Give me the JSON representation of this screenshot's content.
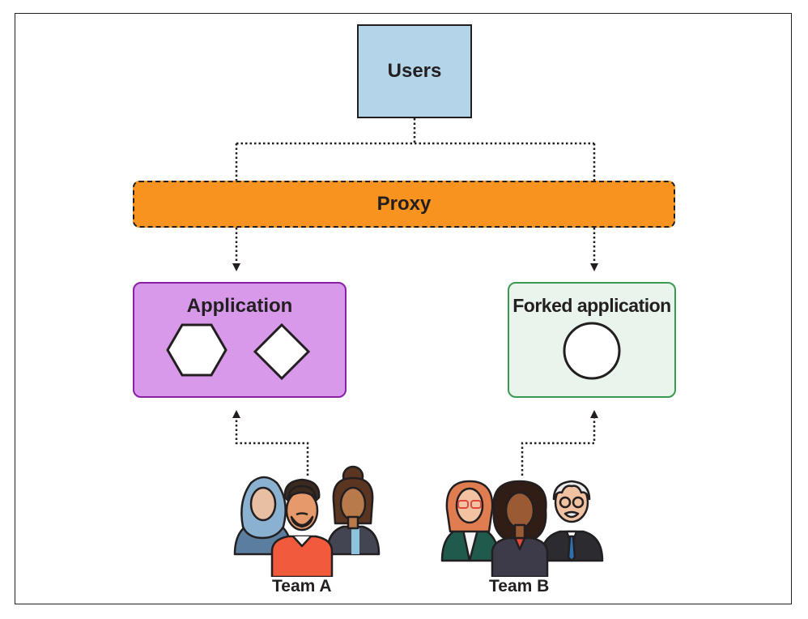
{
  "users_label": "Users",
  "proxy_label": "Proxy",
  "application_label": "Application",
  "forked_application_label": "Forked application",
  "team_a_label": "Team A",
  "team_b_label": "Team B",
  "colors": {
    "users_fill": "#b3d4e9",
    "proxy_fill": "#f7931e",
    "application_fill": "#d899eb",
    "application_border": "#8a1fa6",
    "forked_fill": "#e9f4ec",
    "forked_border": "#3a9a52"
  },
  "icons": [
    "hexagon-shape",
    "diamond-shape",
    "circle-shape",
    "team-a-people-icon",
    "team-b-people-icon"
  ]
}
